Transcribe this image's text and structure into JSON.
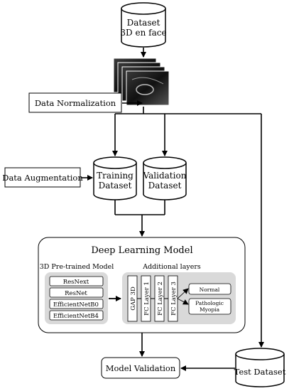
{
  "nodes": {
    "dataset": {
      "line1": "Dataset",
      "line2": "3D en face"
    },
    "data_normalization": "Data Normalization",
    "data_augmentation": "Data Augmentation",
    "training": {
      "line1": "Training",
      "line2": "Dataset"
    },
    "validation": {
      "line1": "Validation",
      "line2": "Dataset"
    },
    "deep_learning_model": "Deep Learning Model",
    "pretrained_title": "3D Pre-trained Model",
    "pretrained_models": [
      "ResNext",
      "ResNet",
      "EfficientNetB0",
      "EfficientNetB4"
    ],
    "additional_title": "Additional layers",
    "layers": [
      "GAP 3D",
      "FC Layer 1",
      "FC Layer 2",
      "FC Layer 3"
    ],
    "outputs": {
      "normal": "Normal",
      "pathologic_line1": "Pathologic",
      "pathologic_line2": "Myopia"
    },
    "model_validation": "Model Validation",
    "test_dataset": "Test Dataset"
  },
  "colors": {
    "panel_gray": "#d9d9d9",
    "stroke": "#000000",
    "image_dark": "#1a1a1a"
  }
}
